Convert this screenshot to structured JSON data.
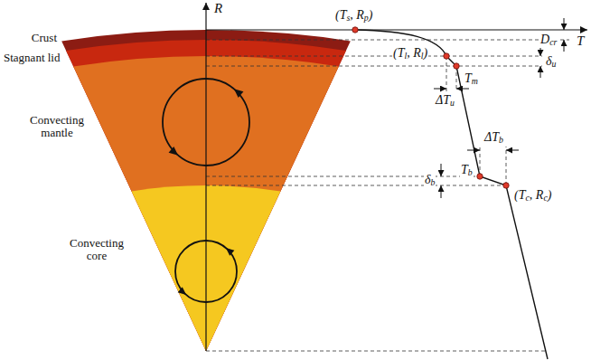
{
  "diagram": {
    "labels": [
      "R",
      "T",
      "Crust",
      "Stagnant lid",
      "Convecting mantle",
      "Convecting core",
      "(Ts, Rp)",
      "Dcr",
      "(Tl, Rl)",
      "δu",
      "Tm",
      "ΔTu",
      "ΔTb",
      "Tb",
      "δb",
      "(Tc, Rc)"
    ]
  }
}
